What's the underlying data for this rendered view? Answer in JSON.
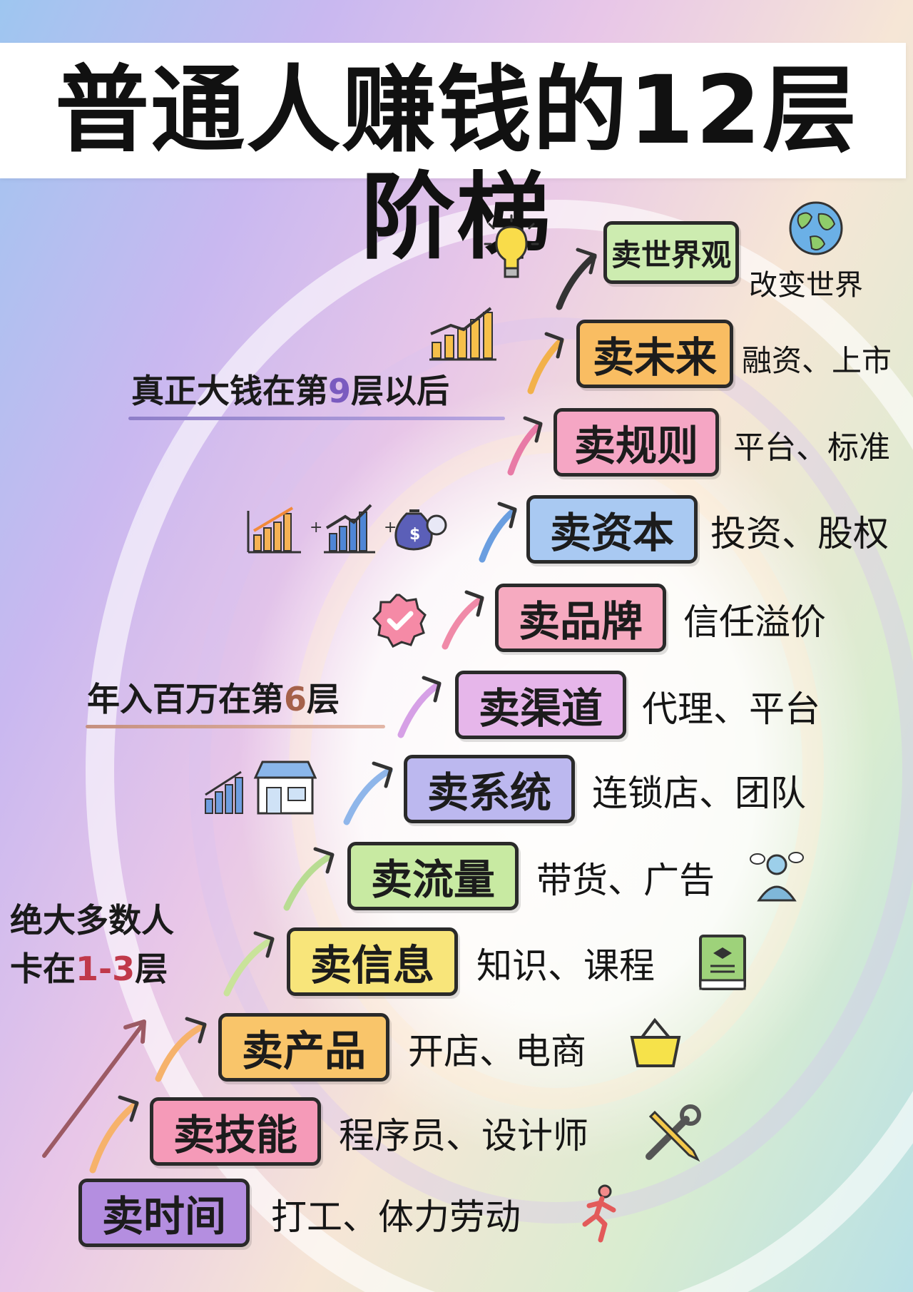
{
  "title": "普通人赚钱的12层阶梯",
  "levels": [
    {
      "label": "卖时间",
      "desc": "打工、体力劳动",
      "color": "#b48ee0",
      "icon": "running-person-icon"
    },
    {
      "label": "卖技能",
      "desc": "程序员、设计师",
      "color": "#f59ab8",
      "icon": "wrench-pencil-icon"
    },
    {
      "label": "卖产品",
      "desc": "开店、电商",
      "color": "#f9c56a",
      "icon": "shopping-basket-icon"
    },
    {
      "label": "卖信息",
      "desc": "知识、课程",
      "color": "#f8e57a",
      "icon": "book-icon"
    },
    {
      "label": "卖流量",
      "desc": "带货、广告",
      "color": "#c8eaa2",
      "icon": "audience-icon"
    },
    {
      "label": "卖系统",
      "desc": "连锁店、团队",
      "color": "#bcb8ef",
      "icon": "chart-store-icon"
    },
    {
      "label": "卖渠道",
      "desc": "代理、平台",
      "color": "#e6b6ea",
      "icon": "none"
    },
    {
      "label": "卖品牌",
      "desc": "信任溢价",
      "color": "#f6aac0",
      "icon": "verified-badge-icon"
    },
    {
      "label": "卖资本",
      "desc": "投资、股权",
      "color": "#a9c9f2",
      "icon": "charts-moneybag-icon"
    },
    {
      "label": "卖规则",
      "desc": "平台、标准",
      "color": "#f5a6c4",
      "icon": "none"
    },
    {
      "label": "卖未来",
      "desc": "融资、上市",
      "color": "#f9bd62",
      "icon": "growth-chart-icon"
    },
    {
      "label": "卖世界观",
      "desc": "改变世界",
      "color": "#cdecb0",
      "icon": "lightbulb-globe-icon"
    }
  ],
  "notes": {
    "big_money": {
      "prefix": "真正大钱在第",
      "highlight": "9",
      "suffix": "层以后"
    },
    "million": {
      "prefix": "年入百万在第",
      "highlight": "6",
      "suffix": "层"
    },
    "stuck_line1": "绝大多数人",
    "stuck_line2_prefix": "卡在",
    "stuck_line2_highlight": "1-3",
    "stuck_line2_suffix": "层"
  }
}
